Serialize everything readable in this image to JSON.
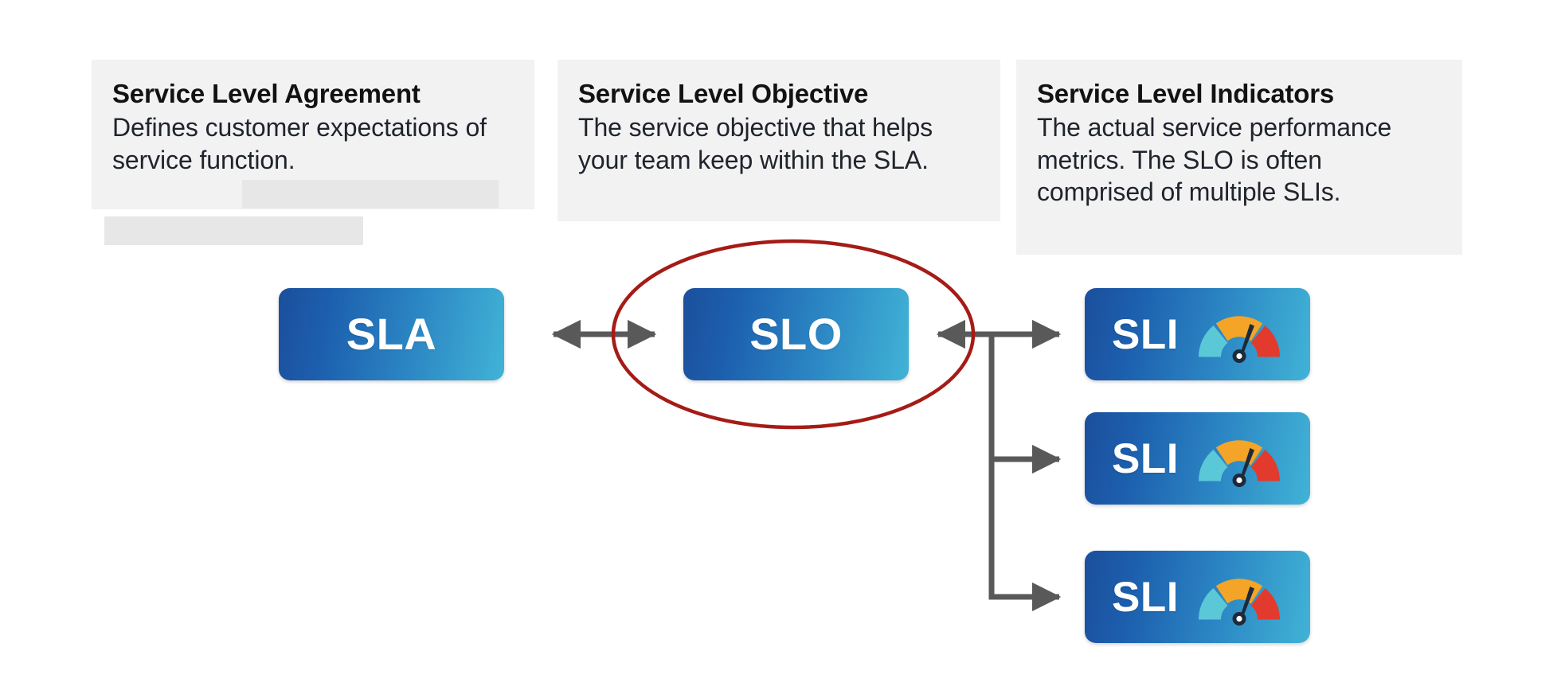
{
  "diagram": {
    "title_concept": "SLA / SLO / SLI relationship",
    "background_color": "#ffffff",
    "card_bg_color": "#f2f2f2",
    "node_gradient_from": "#1b4f9c",
    "node_gradient_to": "#41b3d6",
    "connector_color": "#595959",
    "highlight_ellipse_color": "#a51b16"
  },
  "cards": [
    {
      "id": "sla",
      "title": "Service Level Agreement",
      "body": "Defines customer expectations of service function."
    },
    {
      "id": "slo",
      "title": "Service Level Objective",
      "body": "The service objective that helps your team keep within the SLA."
    },
    {
      "id": "sli",
      "title": "Service Level Indicators",
      "body": "The actual service performance metrics. The SLO is often comprised of multiple SLIs."
    }
  ],
  "nodes": {
    "sla": {
      "label": "SLA"
    },
    "slo": {
      "label": "SLO"
    },
    "sli": [
      {
        "label": "SLI",
        "icon": "gauge-icon"
      },
      {
        "label": "SLI",
        "icon": "gauge-icon"
      },
      {
        "label": "SLI",
        "icon": "gauge-icon"
      }
    ]
  },
  "gauge": {
    "segment_colors": [
      "#5bc8d8",
      "#f4a426",
      "#e23b2e"
    ],
    "needle_color": "#1d2a3a"
  },
  "connectors": [
    {
      "name": "sla-slo-bidirectional",
      "from": "SLA",
      "to": "SLO",
      "style": "double-headed-arrow"
    },
    {
      "name": "slo-sli-trunk",
      "from": "SLI group",
      "to": "SLO",
      "style": "arrow"
    },
    {
      "name": "trunk-to-sli-1",
      "from": "trunk",
      "to": "SLI 1",
      "style": "arrow"
    },
    {
      "name": "trunk-to-sli-2",
      "from": "trunk",
      "to": "SLI 2",
      "style": "arrow"
    },
    {
      "name": "trunk-to-sli-3",
      "from": "trunk",
      "to": "SLI 3",
      "style": "arrow"
    }
  ],
  "highlight": {
    "name": "slo-highlight-ellipse",
    "target": "SLO"
  }
}
